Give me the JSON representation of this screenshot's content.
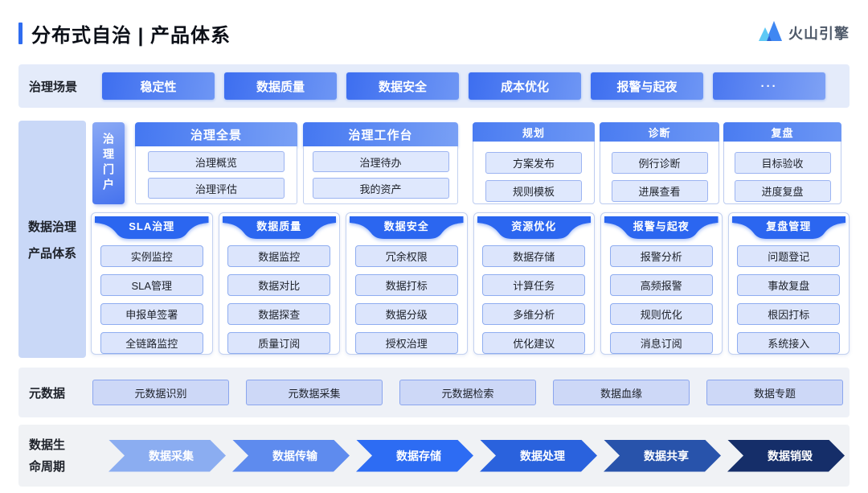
{
  "page": {
    "title": "分布式自治 | 产品体系"
  },
  "brand": {
    "name": "火山引擎",
    "logo_icon": "volcano-mountains-icon"
  },
  "colors": {
    "accent": "#2f6cf0",
    "ribbon": "#2b66f0",
    "scenario_band_bg": "#e4ebfa",
    "sidebar_bg": "#c9d8f7",
    "metadata_band_bg": "#eef1f7",
    "lifecycle_band_bg": "#f0f2f5"
  },
  "scenarios": {
    "label": "治理场景",
    "items": [
      "稳定性",
      "数据质量",
      "数据安全",
      "成本优化",
      "报警与起夜",
      "···"
    ]
  },
  "governance": {
    "sidebar_lines": [
      "数据治理",
      "产品体系"
    ],
    "portal_label": "治理门户",
    "portal_cards": [
      {
        "title": "治理全景",
        "items": [
          "治理概览",
          "治理评估"
        ]
      },
      {
        "title": "治理工作台",
        "items": [
          "治理待办",
          "我的资产"
        ]
      }
    ],
    "stage_cards": [
      {
        "title": "规划",
        "items": [
          "方案发布",
          "规则模板"
        ]
      },
      {
        "title": "诊断",
        "items": [
          "例行诊断",
          "进展查看"
        ]
      },
      {
        "title": "复盘",
        "items": [
          "目标验收",
          "进度复盘"
        ]
      }
    ],
    "product_columns": [
      {
        "title": "SLA治理",
        "items": [
          "实例监控",
          "SLA管理",
          "申报单签署",
          "全链路监控"
        ]
      },
      {
        "title": "数据质量",
        "items": [
          "数据监控",
          "数据对比",
          "数据探查",
          "质量订阅"
        ]
      },
      {
        "title": "数据安全",
        "items": [
          "冗余权限",
          "数据打标",
          "数据分级",
          "授权治理"
        ]
      },
      {
        "title": "资源优化",
        "items": [
          "数据存储",
          "计算任务",
          "多维分析",
          "优化建议"
        ]
      },
      {
        "title": "报警与起夜",
        "items": [
          "报警分析",
          "高频报警",
          "规则优化",
          "消息订阅"
        ]
      },
      {
        "title": "复盘管理",
        "items": [
          "问题登记",
          "事故复盘",
          "根因打标",
          "系统接入"
        ]
      }
    ]
  },
  "metadata": {
    "label": "元数据",
    "items": [
      "元数据识别",
      "元数据采集",
      "元数据检索",
      "数据血缘",
      "数据专题"
    ]
  },
  "lifecycle": {
    "label_lines": [
      "数据生",
      "命周期"
    ],
    "stages": [
      {
        "label": "数据采集",
        "color": "#8badf1"
      },
      {
        "label": "数据传输",
        "color": "#5e8bee"
      },
      {
        "label": "数据存储",
        "color": "#2d6cf3"
      },
      {
        "label": "数据处理",
        "color": "#2a62dd"
      },
      {
        "label": "数据共享",
        "color": "#2853ab"
      },
      {
        "label": "数据销毁",
        "color": "#152e69"
      }
    ]
  }
}
